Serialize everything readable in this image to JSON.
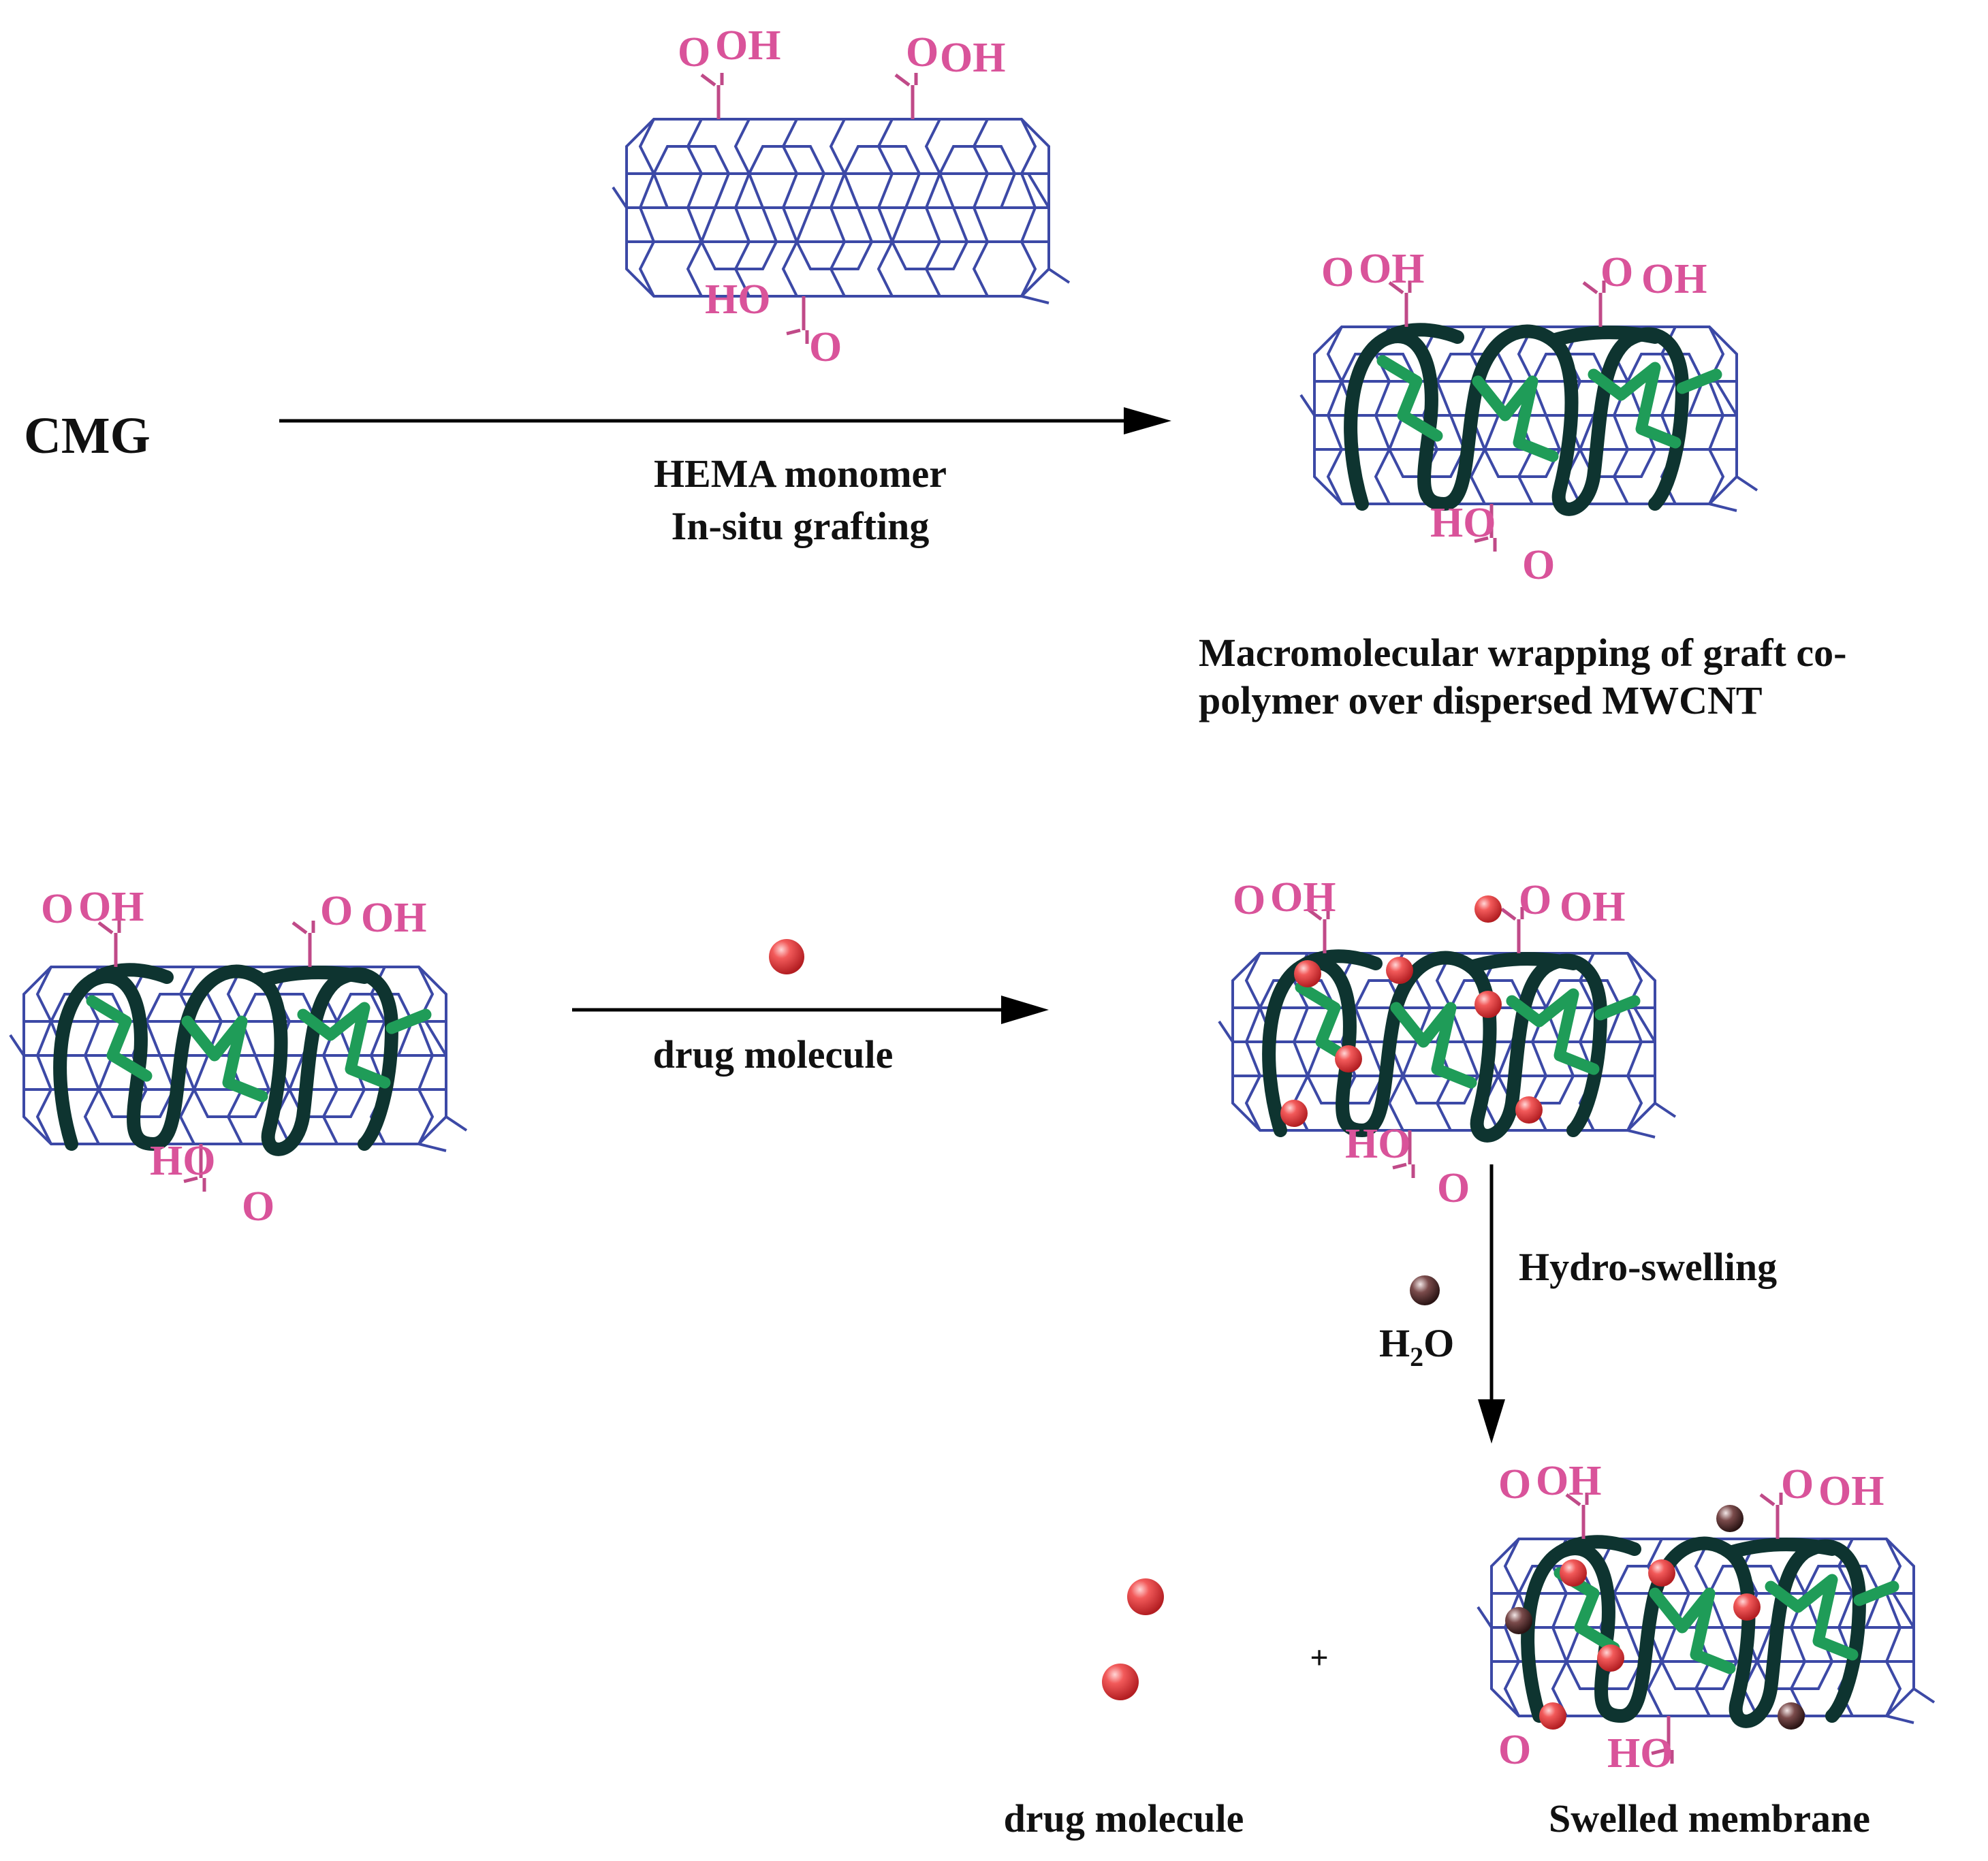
{
  "labels": {
    "cmg": "CMG",
    "step1_line1": "HEMA monomer",
    "step1_line2": "In-situ grafting",
    "wrap_line1": "Macromolecular wrapping  of graft co-",
    "wrap_line2": "polymer over dispersed MWCNT",
    "step2": "drug molecule",
    "step3": "Hydro-swelling",
    "water_main": "H",
    "water_sub": "2",
    "water_tail": "O",
    "released": "drug molecule",
    "swelled": "Swelled membrane",
    "plus": "+"
  },
  "chem": {
    "oh": "OH",
    "o": "O",
    "ho": "HO"
  },
  "colors": {
    "nanotube": "#3c49a6",
    "carboxyl": "#d9539a",
    "polymer_dark": "#0e3430",
    "polymer_green": "#1f9c58",
    "drug": "#e8393a",
    "water": "#4a2a2a"
  }
}
